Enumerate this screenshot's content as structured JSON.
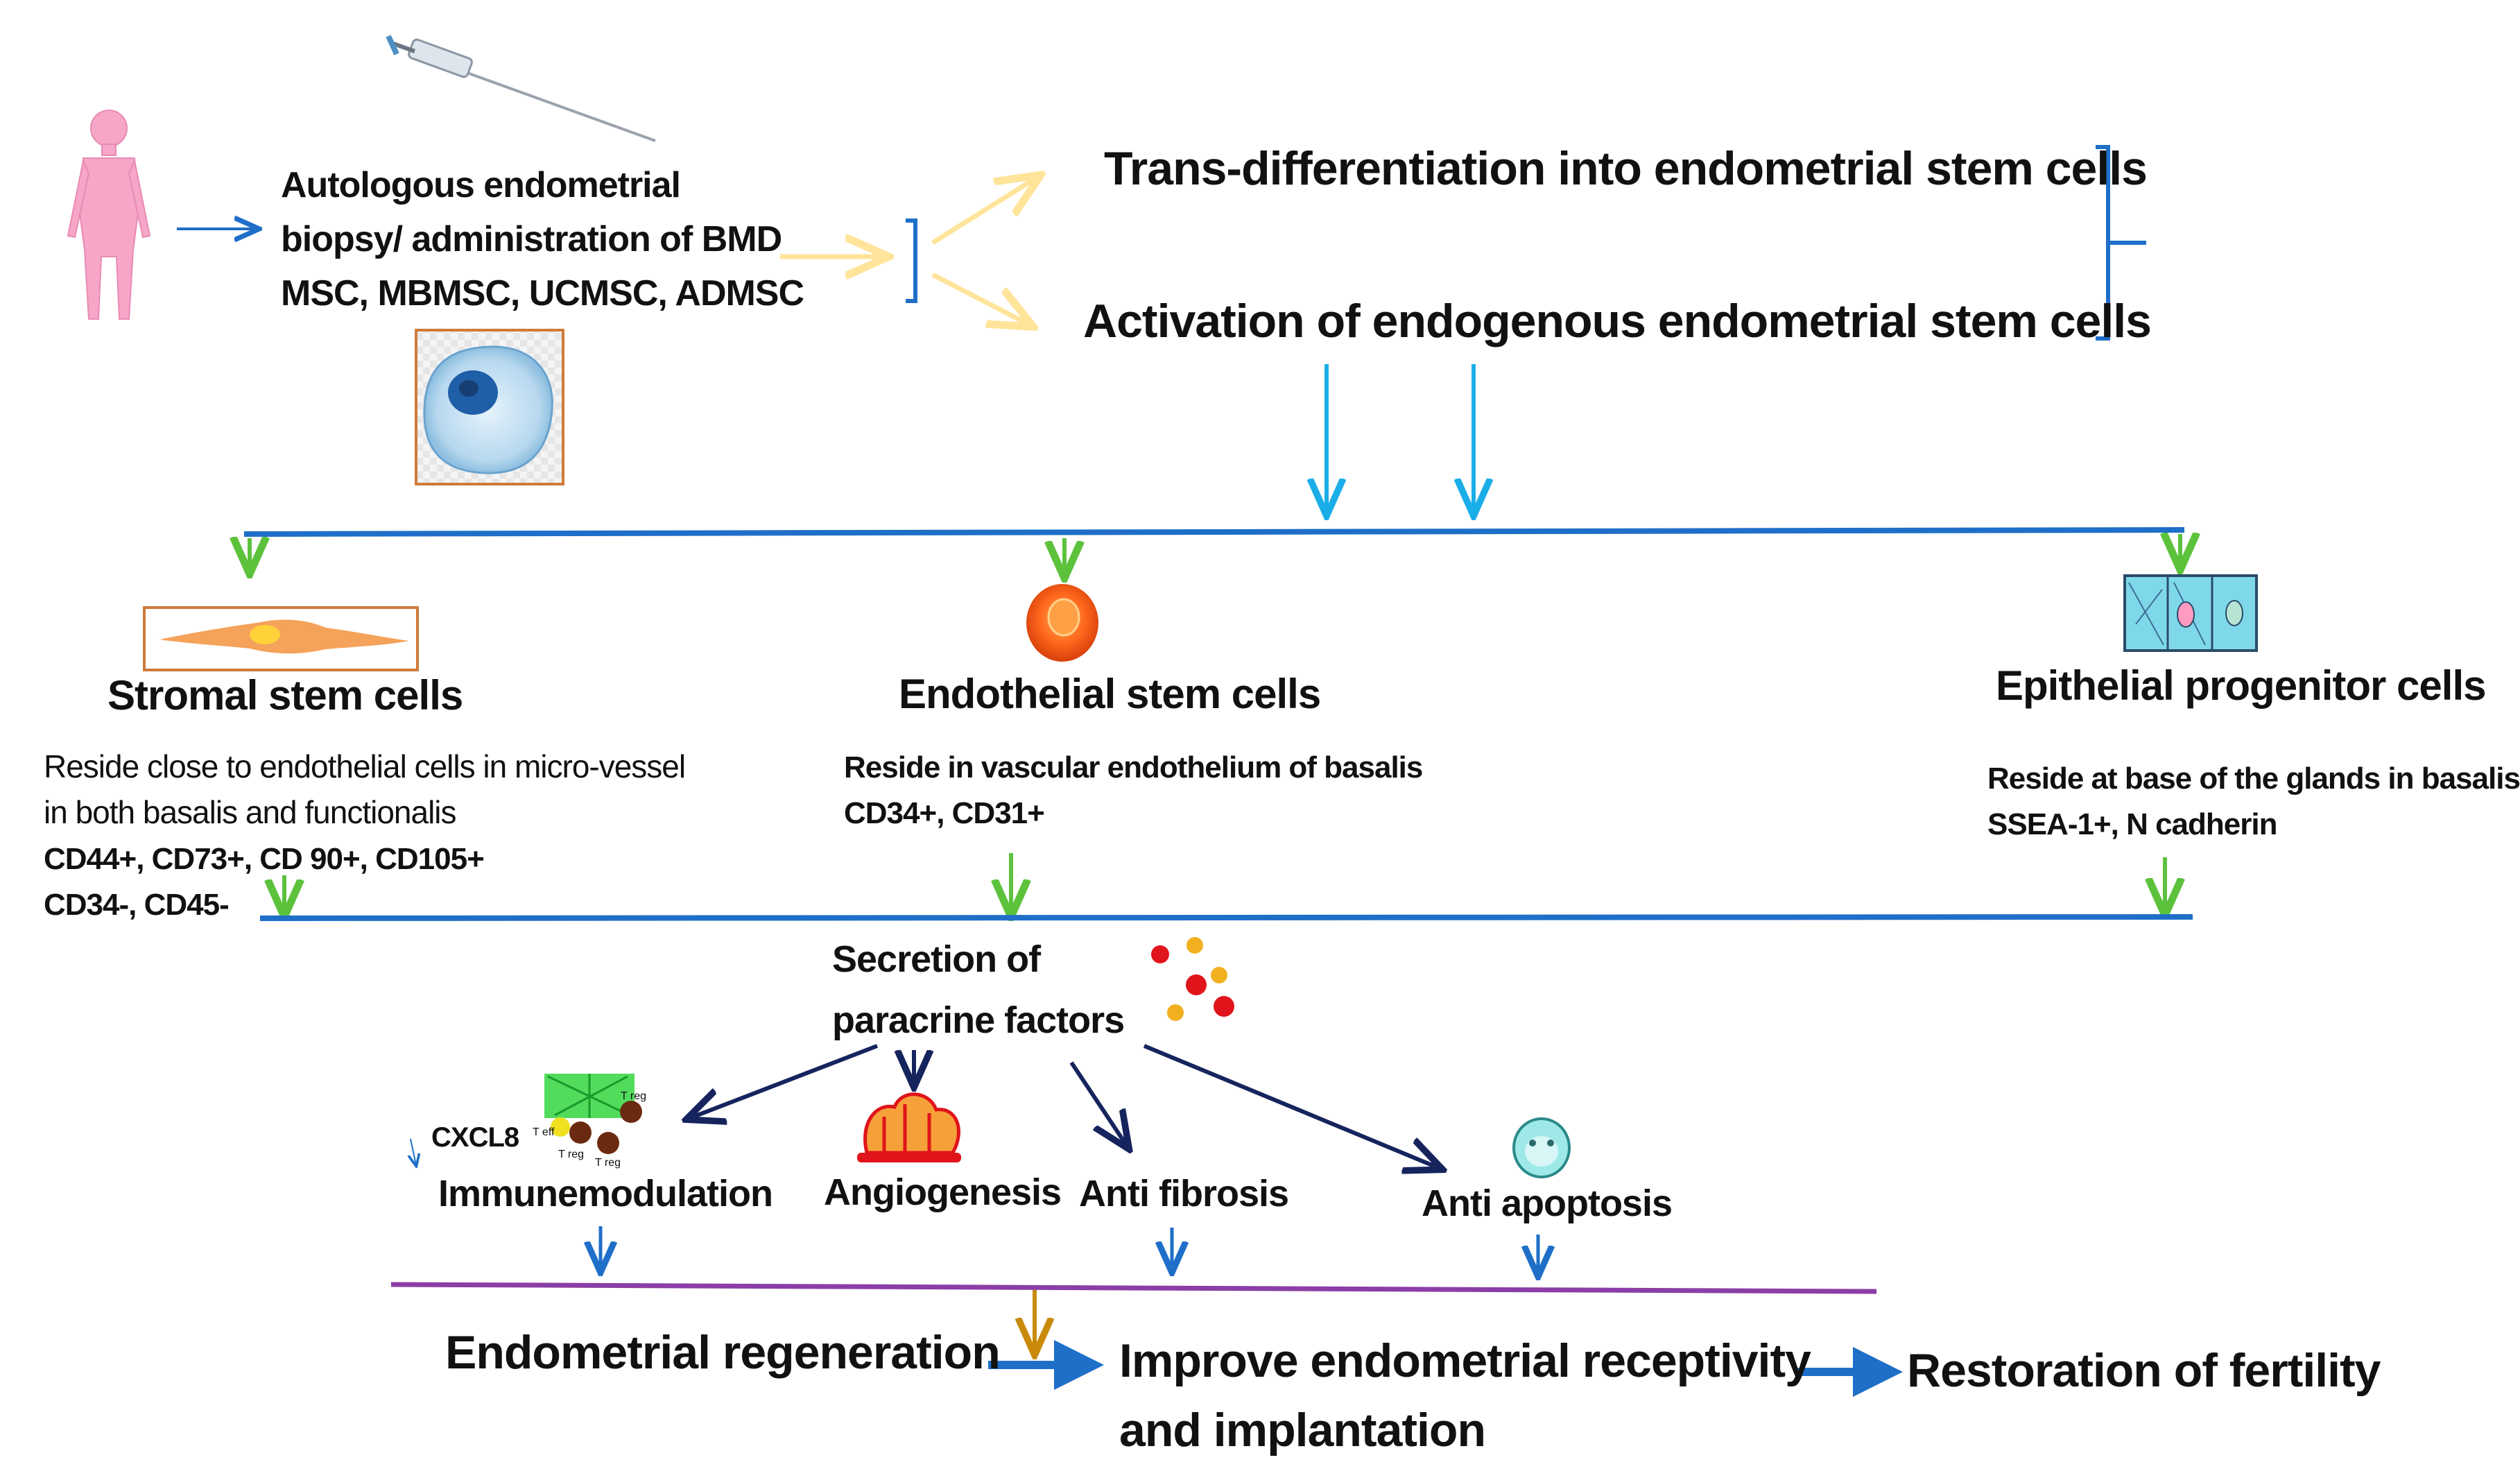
{
  "colors": {
    "blue_line": "#1f6fc9",
    "light_blue_arrow": "#1aaee8",
    "yellow_arrow": "#ffe49a",
    "green_arrow": "#5cc23c",
    "navy_arrow": "#16245e",
    "purple_line": "#8a3ea6",
    "gold_arrow": "#c98a0a",
    "text": "#111111"
  },
  "input": {
    "line1": "Autologous endometrial",
    "line2": "biopsy/ administration of BMD",
    "line3": "MSC, MBMSC, UCMSC, ADMSC"
  },
  "pathways": {
    "transdiff": "Trans-differentiation into endometrial stem cells",
    "activation": "Activation of endogenous endometrial stem cells"
  },
  "cell_types": {
    "stromal": {
      "title": "Stromal stem cells",
      "desc1": "Reside close to endothelial cells in micro-vessel",
      "desc2": "in both basalis and functionalis",
      "markers1": "CD44+, CD73+, CD 90+, CD105+",
      "markers2": "CD34-, CD45-"
    },
    "endothelial": {
      "title": "Endothelial stem cells",
      "desc1": "Reside in vascular endothelium of basalis",
      "markers1": "CD34+, CD31+"
    },
    "epithelial": {
      "title": "Epithelial progenitor cells",
      "desc1": "Reside at base of the glands in basalis",
      "markers1": "SSEA-1+, N cadherin"
    }
  },
  "secretion": {
    "line1": "Secretion of",
    "line2": "paracrine factors"
  },
  "mechanisms": {
    "cxcl8": "CXCL8",
    "teff": "T eff",
    "treg": "T reg",
    "immune": "Immunemodulation",
    "angio": "Angiogenesis",
    "fibrosis": "Anti fibrosis",
    "apoptosis": "Anti apoptosis"
  },
  "outcomes": {
    "regeneration": "Endometrial regeneration",
    "receptivity1": "Improve endometrial receptivity",
    "receptivity2": "and implantation",
    "fertility": "Restoration of fertility"
  }
}
